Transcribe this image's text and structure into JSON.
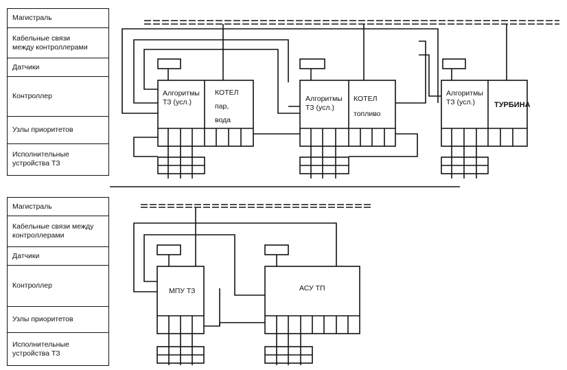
{
  "top": {
    "legend": [
      "Магистраль",
      "Кабельные связи\nмежду контроллерами",
      "Датчики",
      "Контроллер",
      "Узлы приоритетов",
      "Исполнительные\nустройства ТЗ"
    ],
    "units": [
      {
        "algo": "Алгоритмы\nТЗ (усл.)",
        "label": "КОТЕЛ\nпар,\nвода"
      },
      {
        "algo": "Алгоритмы\nТЗ (усл.)",
        "label": "КОТЕЛ\nтопливо"
      },
      {
        "algo": "Алгоритмы\nТЗ (усл.)",
        "label": "ТУРБИНА"
      }
    ]
  },
  "bottom": {
    "legend": [
      "Магистраль",
      "Кабельные связи между\nконтроллерами",
      "Датчики",
      "Контроллер",
      "Узлы приоритетов",
      "Исполнительные\nустройства ТЗ"
    ],
    "units": [
      {
        "label": "МПУ ТЗ"
      },
      {
        "label": "АСУ ТП"
      }
    ]
  }
}
